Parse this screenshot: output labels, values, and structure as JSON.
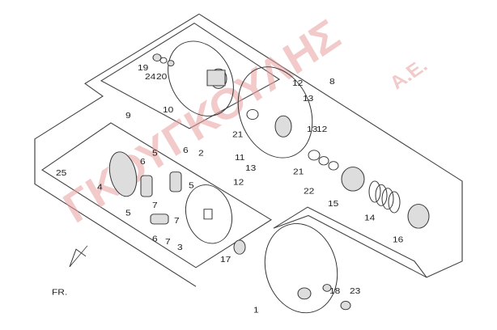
{
  "diagram": {
    "watermark": "ΓΚΟΥΓΚΟΥΛΗΣ",
    "watermark_suffix": "A.E.",
    "direction_label": "FR.",
    "callouts": [
      "19",
      "24",
      "20",
      "10",
      "9",
      "12",
      "13",
      "8",
      "21",
      "13",
      "12",
      "11",
      "21",
      "13",
      "12",
      "22",
      "15",
      "14",
      "16",
      "6",
      "2",
      "5",
      "6",
      "25",
      "4",
      "5",
      "7",
      "5",
      "7",
      "6",
      "7",
      "3",
      "17",
      "1",
      "18",
      "23"
    ]
  }
}
